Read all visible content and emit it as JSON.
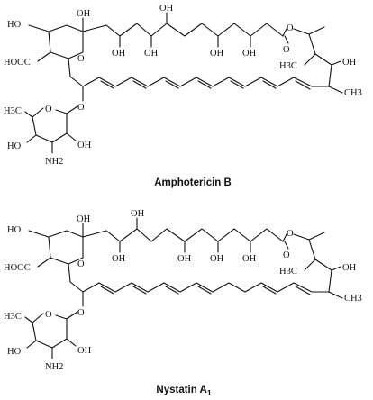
{
  "figure": {
    "molecules": [
      {
        "name": "Amphotericin B",
        "labels": {
          "ho_ring": "HO",
          "oh_hemiketal": "OH",
          "hooc": "HOOC",
          "o_ring": "O",
          "oh_1": "OH",
          "oh_2": "OH",
          "oh_3": "OH",
          "oh_4": "OH",
          "oh_top": "OH",
          "o_ester": "O",
          "o_carbonyl": "O",
          "h3c_mid": "H3C",
          "oh_right": "OH",
          "ch3_right": "CH3",
          "o_glyco": "O",
          "h3c_sugar": "H3C",
          "o_sugar": "O",
          "ho_sugar": "HO",
          "oh_sugar": "OH",
          "nh2": "NH2"
        }
      },
      {
        "name": "Nystatin A",
        "name_subscript": "1",
        "labels": {
          "ho_ring": "HO",
          "oh_hemiketal": "OH",
          "hooc": "HOOC",
          "o_ring": "O",
          "oh_1": "OH",
          "oh_2": "OH",
          "oh_3": "OH",
          "oh_4": "OH",
          "oh_top": "OH",
          "o_ester": "O",
          "o_carbonyl": "O",
          "h3c_mid": "H3C",
          "oh_right": "OH",
          "ch3_right": "CH3",
          "o_glyco": "O",
          "h3c_sugar": "H3C",
          "o_sugar": "O",
          "ho_sugar": "HO",
          "oh_sugar": "OH",
          "nh2": "NH2"
        }
      }
    ]
  }
}
